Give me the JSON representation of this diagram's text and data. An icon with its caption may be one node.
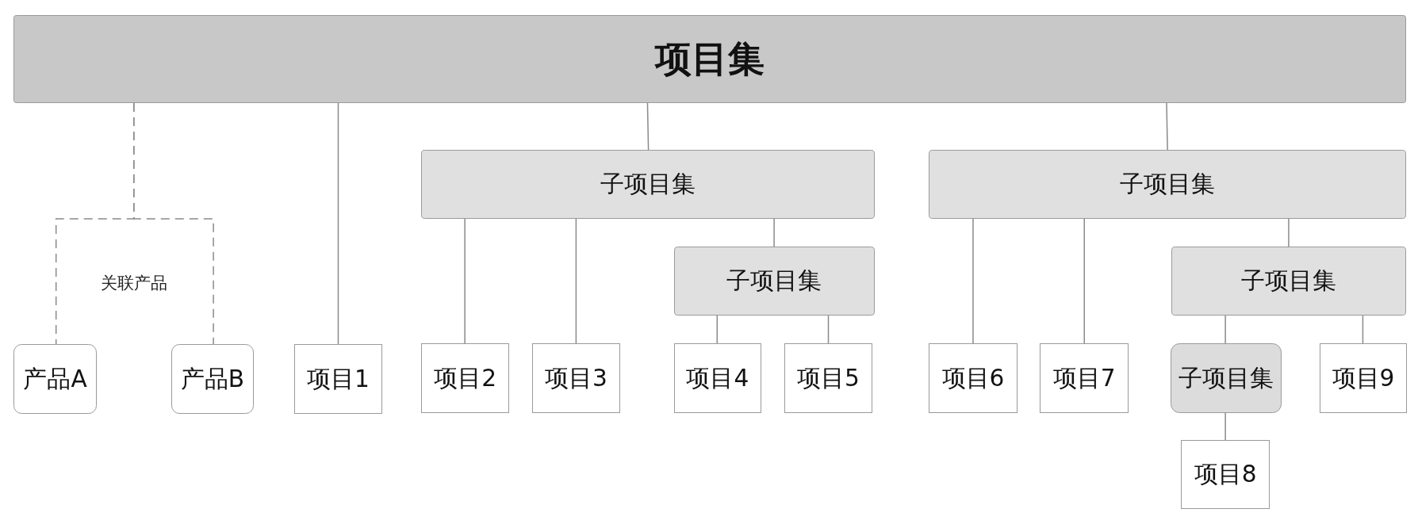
{
  "diagram": {
    "nodes": [
      {
        "text": [
          "项目集"
        ]
      },
      {
        "text": [
          "子项目集"
        ]
      },
      {
        "text": [
          "子项目集"
        ]
      },
      {
        "text": [
          "子项目集"
        ]
      },
      {
        "text": [
          "子项目集"
        ]
      },
      {
        "text": [
          "产品A"
        ]
      },
      {
        "text": [
          "产品B"
        ]
      },
      {
        "text": [
          "项目1"
        ]
      },
      {
        "text": [
          "项目2"
        ]
      },
      {
        "text": [
          "项目3"
        ]
      },
      {
        "text": [
          "项目4"
        ]
      },
      {
        "text": [
          "项目5"
        ]
      },
      {
        "text": [
          "项目6"
        ]
      },
      {
        "text": [
          "项目7"
        ]
      },
      {
        "text": [
          "子项目集"
        ]
      },
      {
        "text": [
          "项目9"
        ]
      },
      {
        "text": [
          "项目8"
        ]
      }
    ],
    "edges": [
      {
        "from": 0,
        "to": 5,
        "arrow": "none",
        "style": "dashed"
      },
      {
        "from": 0,
        "to": 6,
        "arrow": "none",
        "style": "dashed"
      },
      {
        "from": 0,
        "to": 7,
        "arrow": "none"
      },
      {
        "from": 0,
        "to": 1,
        "arrow": "none"
      },
      {
        "from": 0,
        "to": 2,
        "arrow": "none"
      },
      {
        "from": 1,
        "to": 8,
        "arrow": "none"
      },
      {
        "from": 1,
        "to": 9,
        "arrow": "none"
      },
      {
        "from": 1,
        "to": 3,
        "arrow": "none"
      },
      {
        "from": 3,
        "to": 10,
        "arrow": "none"
      },
      {
        "from": 3,
        "to": 11,
        "arrow": "none"
      },
      {
        "from": 2,
        "to": 12,
        "arrow": "none"
      },
      {
        "from": 2,
        "to": 13,
        "arrow": "none"
      },
      {
        "from": 2,
        "to": 4,
        "arrow": "none"
      },
      {
        "from": 4,
        "to": 14,
        "arrow": "none"
      },
      {
        "from": 4,
        "to": 15,
        "arrow": "none"
      },
      {
        "from": 14,
        "to": 16,
        "arrow": "none"
      }
    ],
    "labels": [
      "关联产品"
    ]
  }
}
